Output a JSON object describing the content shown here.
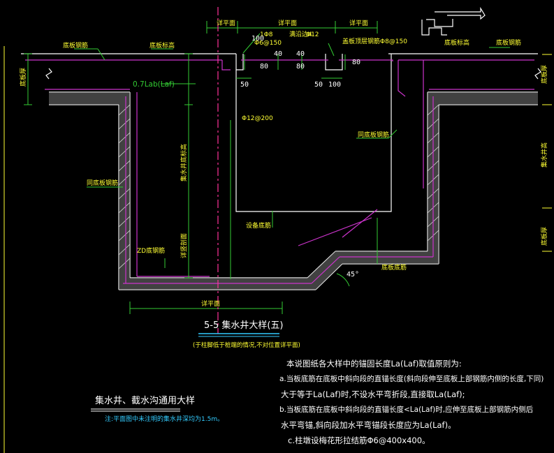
{
  "colors": {
    "background": "#000000",
    "concrete": "#ffffff",
    "rebar": "#cc33cc",
    "dimension": "#33cc33",
    "label": "#ffff33",
    "axis": "#ff3399",
    "note": "#ffffff",
    "title": "#ffffff",
    "subnote": "#33ccff"
  },
  "dims": {
    "top_left": "详平面",
    "top_mid": "详平面",
    "top_right": "详平面",
    "bottom_mid": "详平面",
    "d100": "100",
    "d50a": "50",
    "d50b": "50",
    "d100b": "100",
    "d40a": "40",
    "d40b": "40",
    "d80a": "80",
    "d80b": "80",
    "d80c": "80",
    "slope": "45°"
  },
  "labels": {
    "bottom_rebar_left": "底板钢筋",
    "elev_left": "底板标高",
    "elev_right": "底板标高",
    "bottom_rebar_right": "底板钢筋",
    "bar_phi8": "1Φ8",
    "bar_phi6": "Φ6@150",
    "bar_phi12_top": "Φ12",
    "bar_phi12_label": "满沿边4",
    "cover_plate": "盖板顶层钢筋Φ8@150",
    "lab": "0.7Lab(Laf)",
    "phi12": "Φ12@200",
    "same_rebar_r": "同底板钢筋",
    "same_rebar_l": "同底板钢筋",
    "extra_rebar": "设备底筋",
    "zd_rebar": "ZD底钢筋",
    "bottom_plate_rebar": "底板底筋",
    "left_side": "底板厚",
    "vert_mid": "集水井底标高",
    "vert_mid2": "详竖剖面",
    "right_side_1": "底板厚",
    "right_side_2": "集水井高",
    "right_side_3": "底板厚"
  },
  "title": {
    "main": "5-5  集水井大样(五)",
    "sub": "(于柱脚低于桩端的情况,不对位置详平面)"
  },
  "section2": {
    "title": "集水井、截水沟通用大样",
    "note": "注:平面图中未注明的集水井深均为1.5m。"
  },
  "notes": {
    "heading": "本说图纸各大样中的锚固长度La(Laf)取值原则为:",
    "a1": "a.当板底筋在底板中斜向段的直锚长度(斜向段伸至底板上部钢筋内侧的长度,下同)",
    "a2": "大于等于La(Laf)时,不设水平弯折段,直接取La(Laf);",
    "b1": "b.当板底筋在底板中斜向段的直锚长度<La(Laf)时,应伸至底板上部钢筋内侧后",
    "b2": "水平弯锚,斜向段加水平弯锚段长度应为La(Laf)。",
    "c": "c.柱墩设梅花形拉结筋Φ6@400x400。"
  }
}
